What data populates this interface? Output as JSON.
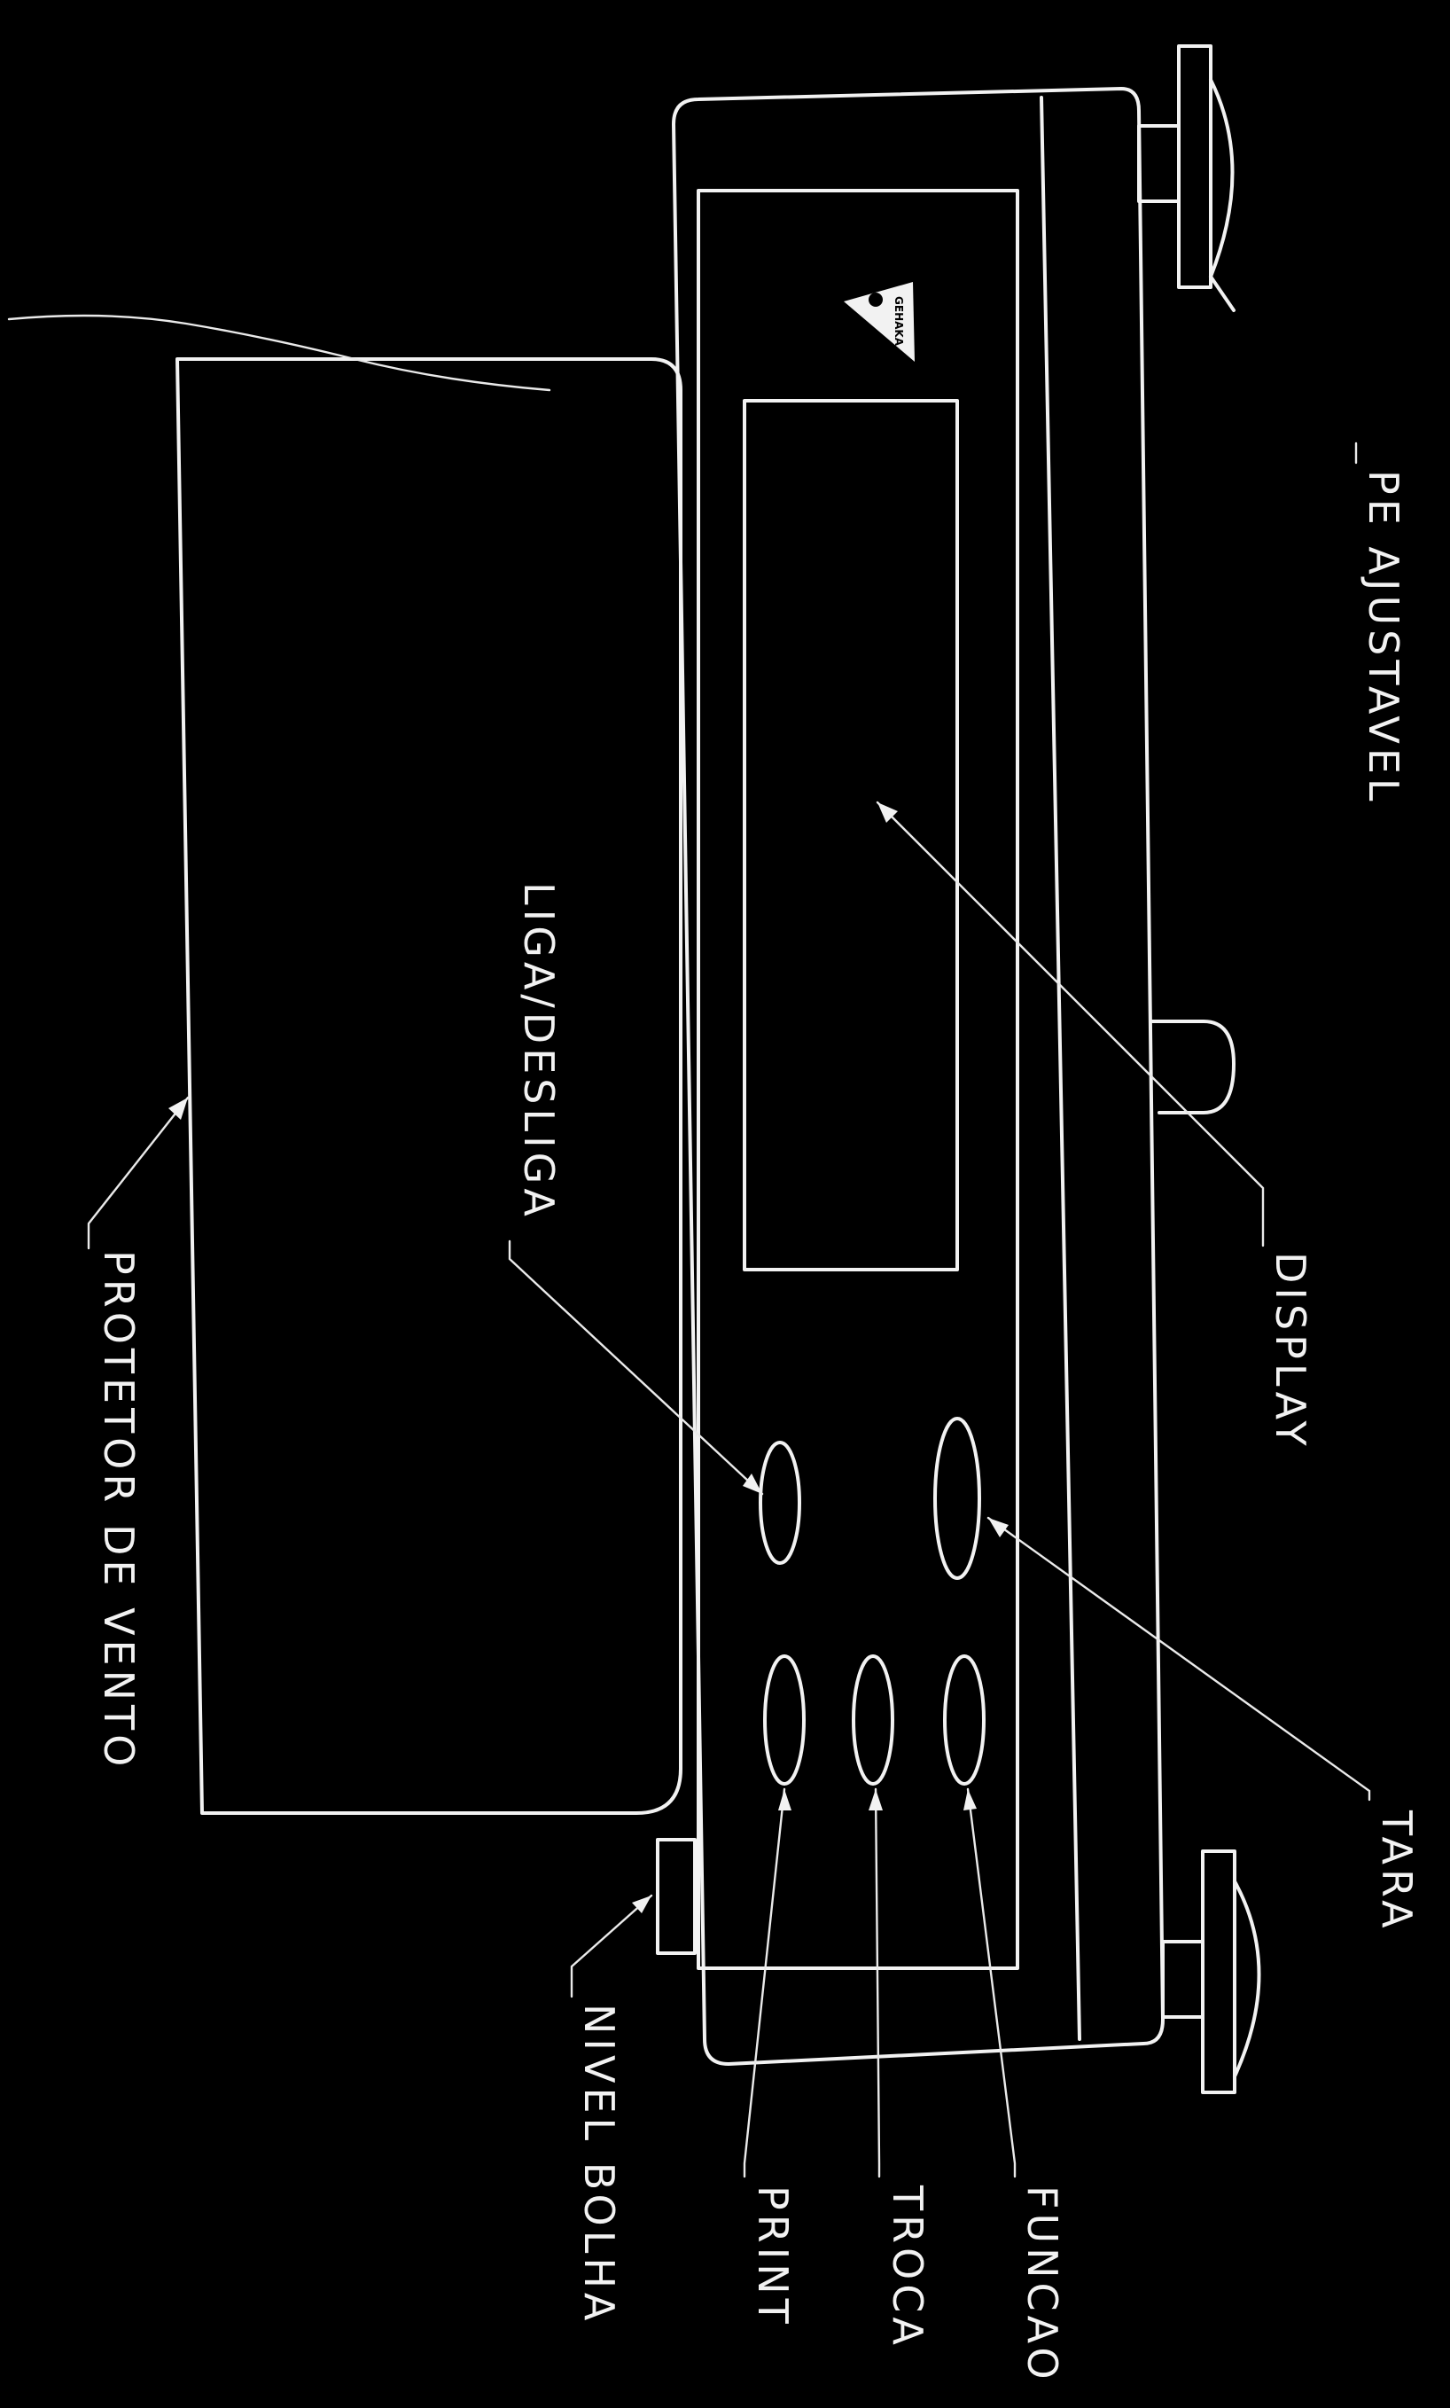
{
  "labels": {
    "wind_shield": "PROTETOR DE VENTO",
    "on_off": "LIGA/DESLIGA",
    "display": "DISPLAY",
    "adjustable_foot": "PE AJUSTAVEL",
    "tare": "TARA",
    "bubble_level": "NIVEL BOLHA",
    "print": "PRINT",
    "change": "TROCA",
    "function": "FUNCAO"
  },
  "logo_text": "GEHAKA",
  "colors": {
    "background": "#000000",
    "line": "#f2f2f2"
  }
}
